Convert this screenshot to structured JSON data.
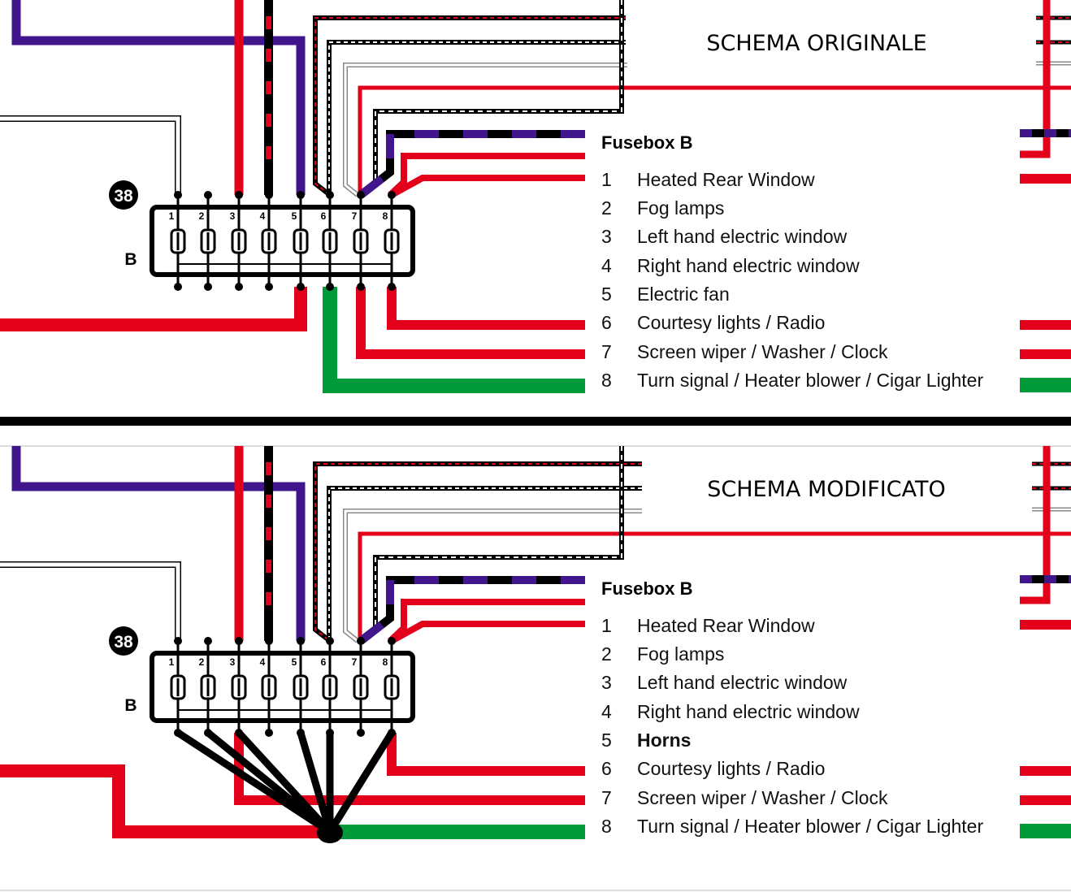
{
  "colors": {
    "red": "#e3001b",
    "purple": "#41168c",
    "green": "#009a3a",
    "black": "#000000",
    "highlight": "#e3001b"
  },
  "panels": [
    {
      "id": "original",
      "title": "SCHEMA ORIGINALE",
      "fusebox_title": "Fusebox B",
      "connector_number": "38",
      "box_label": "B",
      "pins": [
        "1",
        "2",
        "3",
        "4",
        "5",
        "6",
        "7",
        "8"
      ],
      "items": [
        {
          "num": "1",
          "label": "Heated Rear Window"
        },
        {
          "num": "2",
          "label": "Fog lamps"
        },
        {
          "num": "3",
          "label": "Left hand electric window"
        },
        {
          "num": "4",
          "label": "Right hand electric window"
        },
        {
          "num": "5",
          "label": "Electric fan"
        },
        {
          "num": "6",
          "label": "Courtesy lights / Radio"
        },
        {
          "num": "7",
          "label": "Screen wiper / Washer / Clock"
        },
        {
          "num": "8",
          "label": "Turn signal / Heater blower / Cigar Lighter"
        }
      ]
    },
    {
      "id": "modified",
      "title": "SCHEMA MODIFICATO",
      "fusebox_title": "Fusebox B",
      "connector_number": "38",
      "box_label": "B",
      "pins": [
        "1",
        "2",
        "3",
        "4",
        "5",
        "6",
        "7",
        "8"
      ],
      "items": [
        {
          "num": "1",
          "label": "Heated Rear Window"
        },
        {
          "num": "2",
          "label": "Fog lamps"
        },
        {
          "num": "3",
          "label": "Left hand electric window"
        },
        {
          "num": "4",
          "label": "Right hand electric window"
        },
        {
          "num": "5",
          "label": "Horns",
          "highlight": true
        },
        {
          "num": "6",
          "label": "Courtesy lights / Radio"
        },
        {
          "num": "7",
          "label": "Screen wiper / Washer / Clock"
        },
        {
          "num": "8",
          "label": "Turn signal / Heater blower / Cigar Lighter"
        }
      ]
    }
  ]
}
